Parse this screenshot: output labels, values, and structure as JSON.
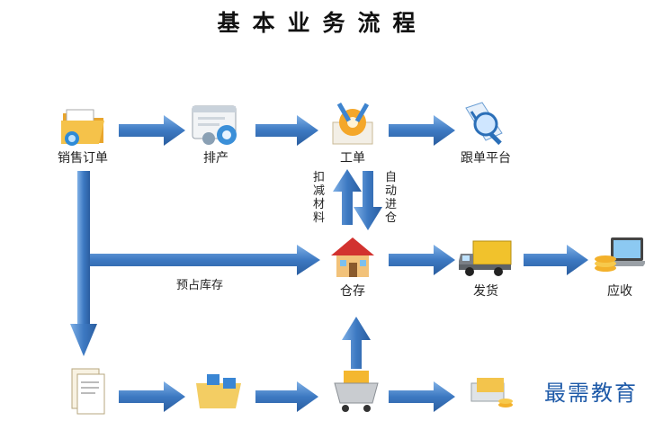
{
  "title": "基本业务流程",
  "nodes": {
    "sales_order": "销售订单",
    "scheduling": "排产",
    "work_order": "工单",
    "tracking_platform": "跟单平台",
    "warehouse": "仓存",
    "shipping": "发货",
    "receivable": "应收"
  },
  "edge_labels": {
    "deduct_materials": "扣减材料",
    "auto_stock_in": "自动进仓",
    "reserve_inventory": "预占库存"
  },
  "brand": "最需教育",
  "colors": {
    "arrow_fill": "#3d79c2",
    "arrow_edge": "#2a5d9f"
  }
}
